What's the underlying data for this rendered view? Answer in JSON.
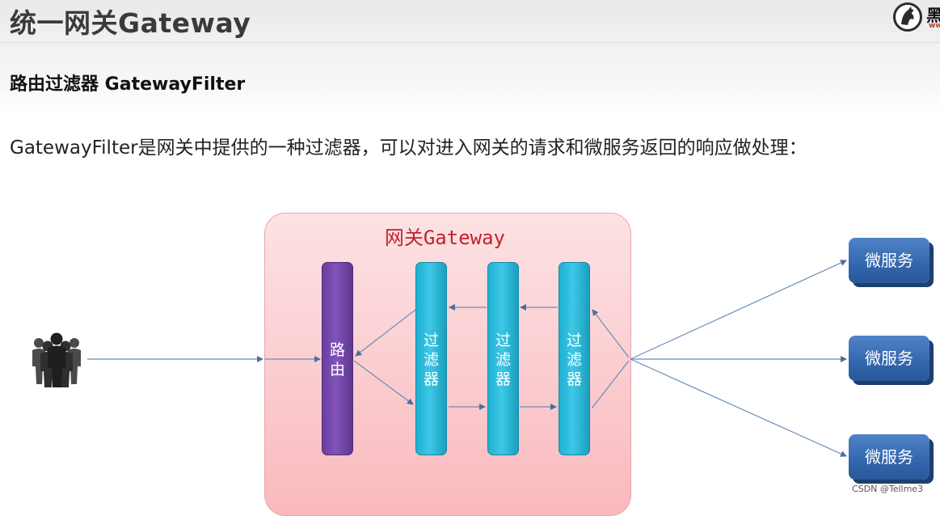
{
  "slide": {
    "title": "统一网关Gateway",
    "subtitle": "路由过滤器 GatewayFilter",
    "intro": "GatewayFilter是网关中提供的一种过滤器，可以对进入网关的请求和微服务返回的响应做处理："
  },
  "logo": {
    "text": "黑",
    "sub": "ww",
    "icon": "horse-head-icon"
  },
  "diagram": {
    "gateway_label": "网关Gateway",
    "route": [
      "路",
      "由"
    ],
    "filters": [
      [
        "过",
        "滤",
        "器"
      ],
      [
        "过",
        "滤",
        "器"
      ],
      [
        "过",
        "滤",
        "器"
      ]
    ],
    "microservices": [
      "微服务",
      "微服务",
      "微服务"
    ],
    "client_icon": "users-group-icon",
    "colors": {
      "gateway_fill": "#fbd0d3",
      "gateway_label": "#c0222c",
      "route_bar": "#7a4db0",
      "filter_bar": "#2bbbe0",
      "microservice": "#3366ad",
      "arrows": "#5b7fa8"
    }
  },
  "watermark": "CSDN @Tellme3"
}
